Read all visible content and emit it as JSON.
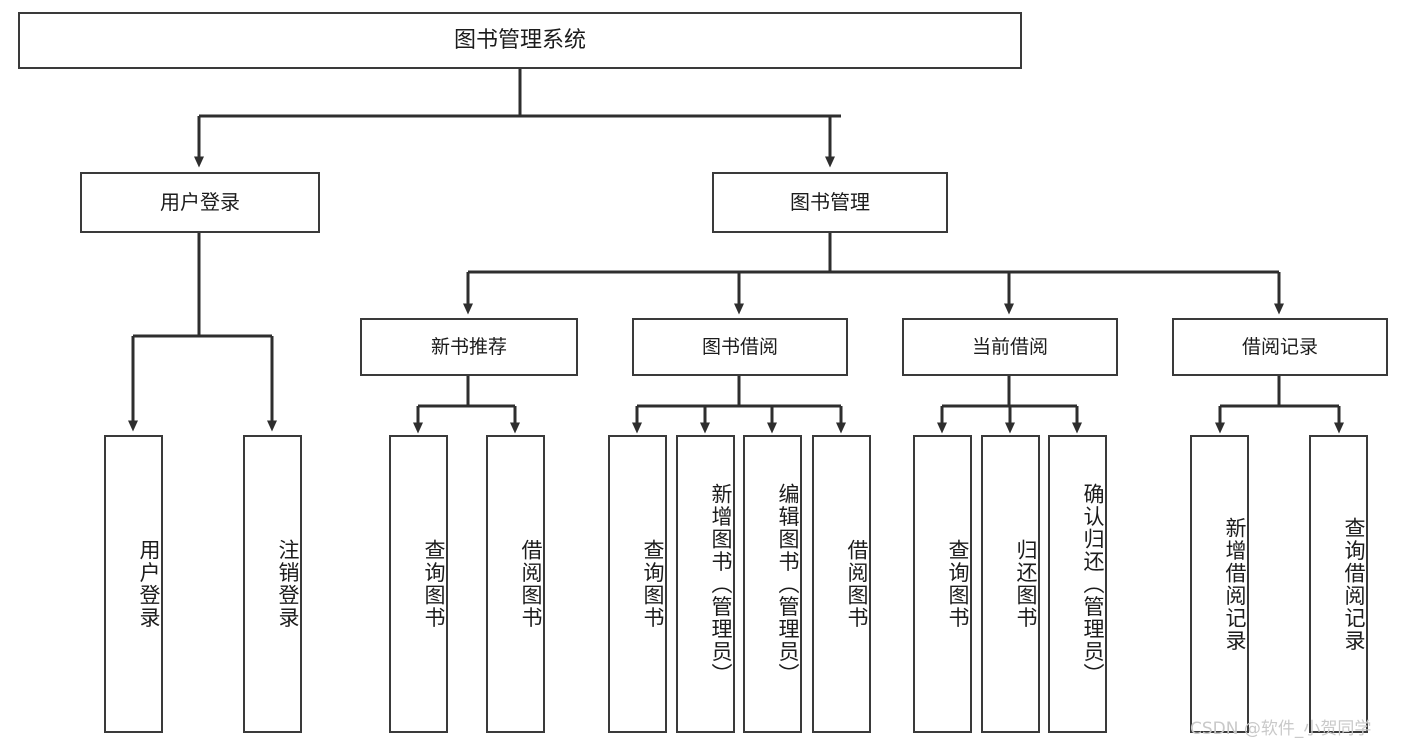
{
  "diagram": {
    "type": "tree",
    "title": "图书管理系统",
    "watermark": "CSDN @软件_小贺同学",
    "colors": {
      "box_border": "#3a3a3a",
      "box_fill": "#ffffff",
      "edge": "#2e2e2e",
      "text": "#1c1c1c",
      "watermark": "#c9c9c9",
      "background": "#ffffff"
    },
    "nodes": {
      "root": {
        "label": "图书管理系统"
      },
      "level2": [
        {
          "id": "user_login",
          "label": "用户登录"
        },
        {
          "id": "book_manage",
          "label": "图书管理"
        }
      ],
      "level3": [
        {
          "id": "new_book_rec",
          "label": "新书推荐"
        },
        {
          "id": "book_borrow",
          "label": "图书借阅"
        },
        {
          "id": "current_borrow",
          "label": "当前借阅"
        },
        {
          "id": "borrow_record",
          "label": "借阅记录"
        }
      ],
      "leaves": {
        "user_login": [
          {
            "id": "leaf_user_login",
            "label": "用户登录"
          },
          {
            "id": "leaf_logout",
            "label": "注销登录"
          }
        ],
        "new_book_rec": [
          {
            "id": "leaf_query_book_1",
            "label": "查询图书"
          },
          {
            "id": "leaf_borrow_book_1",
            "label": "借阅图书"
          }
        ],
        "book_borrow": [
          {
            "id": "leaf_query_book_2",
            "label": "查询图书"
          },
          {
            "id": "leaf_add_book",
            "label": "新增图书（管理员）"
          },
          {
            "id": "leaf_edit_book",
            "label": "编辑图书（管理员）"
          },
          {
            "id": "leaf_borrow_book_2",
            "label": "借阅图书"
          }
        ],
        "current_borrow": [
          {
            "id": "leaf_query_book_3",
            "label": "查询图书"
          },
          {
            "id": "leaf_return_book",
            "label": "归还图书"
          },
          {
            "id": "leaf_confirm_return",
            "label": "确认归还（管理员）"
          }
        ],
        "borrow_record": [
          {
            "id": "leaf_add_record",
            "label": "新增借阅记录"
          },
          {
            "id": "leaf_query_record",
            "label": "查询借阅记录"
          }
        ]
      }
    }
  }
}
